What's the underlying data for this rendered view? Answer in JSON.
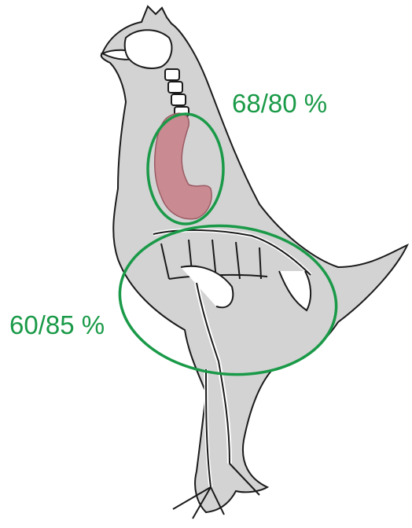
{
  "labels": {
    "upper_percentage": "68/80 %",
    "lower_percentage": "60/85 %"
  },
  "colors": {
    "highlight_green": "#1a9a48",
    "silhouette_fill": "#d3d3d3",
    "outline": "#1a1a1a",
    "bone": "#ffffff",
    "tissue": "#c98a92"
  },
  "icons": {
    "chicken_silhouette": "chicken-silhouette",
    "skeleton": "chicken-skeleton",
    "meat_sample": "meat-tissue"
  }
}
